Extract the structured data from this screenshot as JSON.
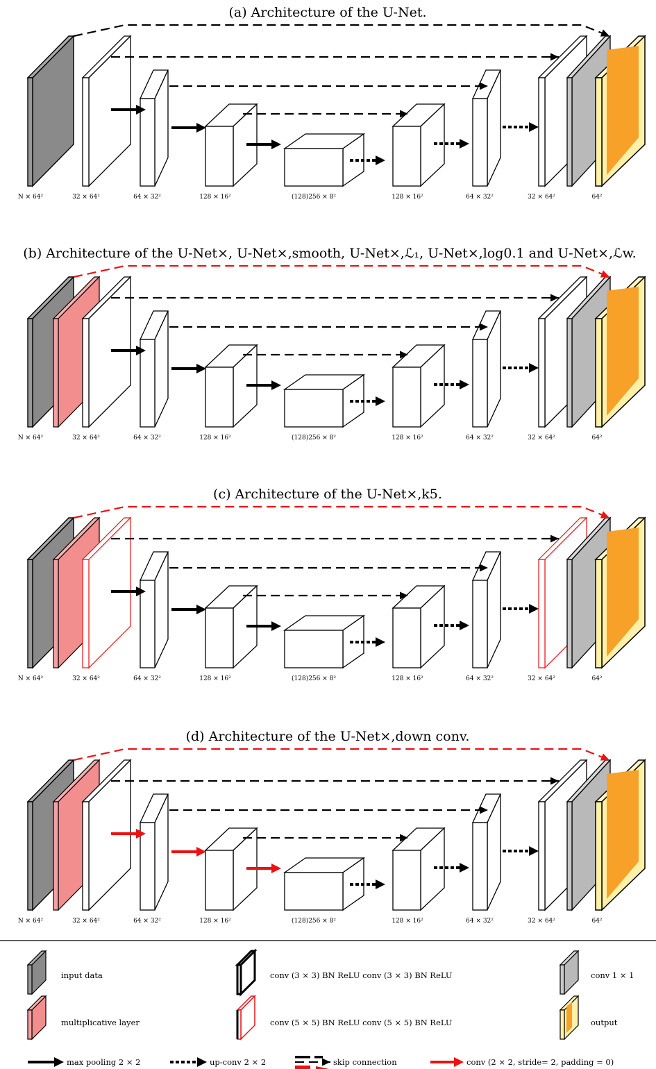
{
  "colors": {
    "input": "#999999",
    "mult": "#f7a1a1",
    "conv1": "#c8c8c8",
    "output_outer": "#fff0a8",
    "output_inner": "#f7a129",
    "red": "#ee1111",
    "black": "#000000"
  },
  "panels": [
    {
      "id": "a",
      "title": "(a) Architecture of the U-Net.",
      "has_mult": false,
      "red_first_conv": false,
      "red_last_conv": false,
      "red_skip": false,
      "red_pool": false
    },
    {
      "id": "b",
      "title": "(b) Architecture of the U-Net×, U-Net×,smooth, U-Net×,ℒ₁, U-Net×,log0.1 and U-Net×,ℒw.",
      "has_mult": true,
      "red_first_conv": false,
      "red_last_conv": false,
      "red_skip": true,
      "red_pool": false
    },
    {
      "id": "c",
      "title": "(c) Architecture of the U-Net×,k5.",
      "has_mult": true,
      "red_first_conv": true,
      "red_last_conv": true,
      "red_skip": true,
      "red_pool": false
    },
    {
      "id": "d",
      "title": "(d) Architecture of the U-Net×,down conv.",
      "has_mult": true,
      "red_first_conv": false,
      "red_last_conv": false,
      "red_skip": true,
      "red_pool": true
    }
  ],
  "dim_labels": [
    "N × 64²",
    "32 × 64²",
    "64 × 32²",
    "128 × 16²",
    "(128)256 × 8²",
    "128 × 16²",
    "64 × 32²",
    "32 × 64²",
    "64²"
  ],
  "legend": {
    "input_data": "input data",
    "multiplicative_layer": "multiplicative layer",
    "conv3": "conv (3 × 3) BN ReLU conv (3 × 3) BN ReLU",
    "conv5": "conv (5 × 5) BN ReLU conv (5 × 5) BN ReLU",
    "conv1x1": "conv 1 × 1",
    "output": "output",
    "max_pooling": "max pooling 2 × 2",
    "up_conv": "up-conv 2 × 2",
    "skip_connection": "skip connection",
    "conv_stride": "conv (2 × 2, stride= 2, padding = 0)"
  }
}
